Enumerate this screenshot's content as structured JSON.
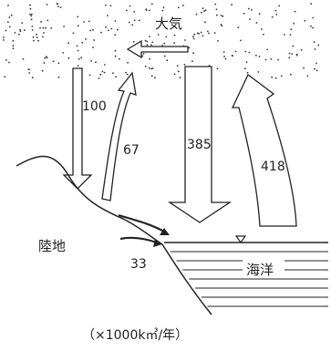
{
  "title_label": "大気",
  "land_label": "陸地",
  "ocean_label": "海洋",
  "unit_label": "（×1000k㎥/年）",
  "flows": {
    "land_precipitation": "100",
    "land_evaporation": "67",
    "ocean_precipitation": "385",
    "ocean_evaporation": "418",
    "river_runoff": "33"
  },
  "colors": {
    "ink": "#222222",
    "background": "#ffffff"
  }
}
